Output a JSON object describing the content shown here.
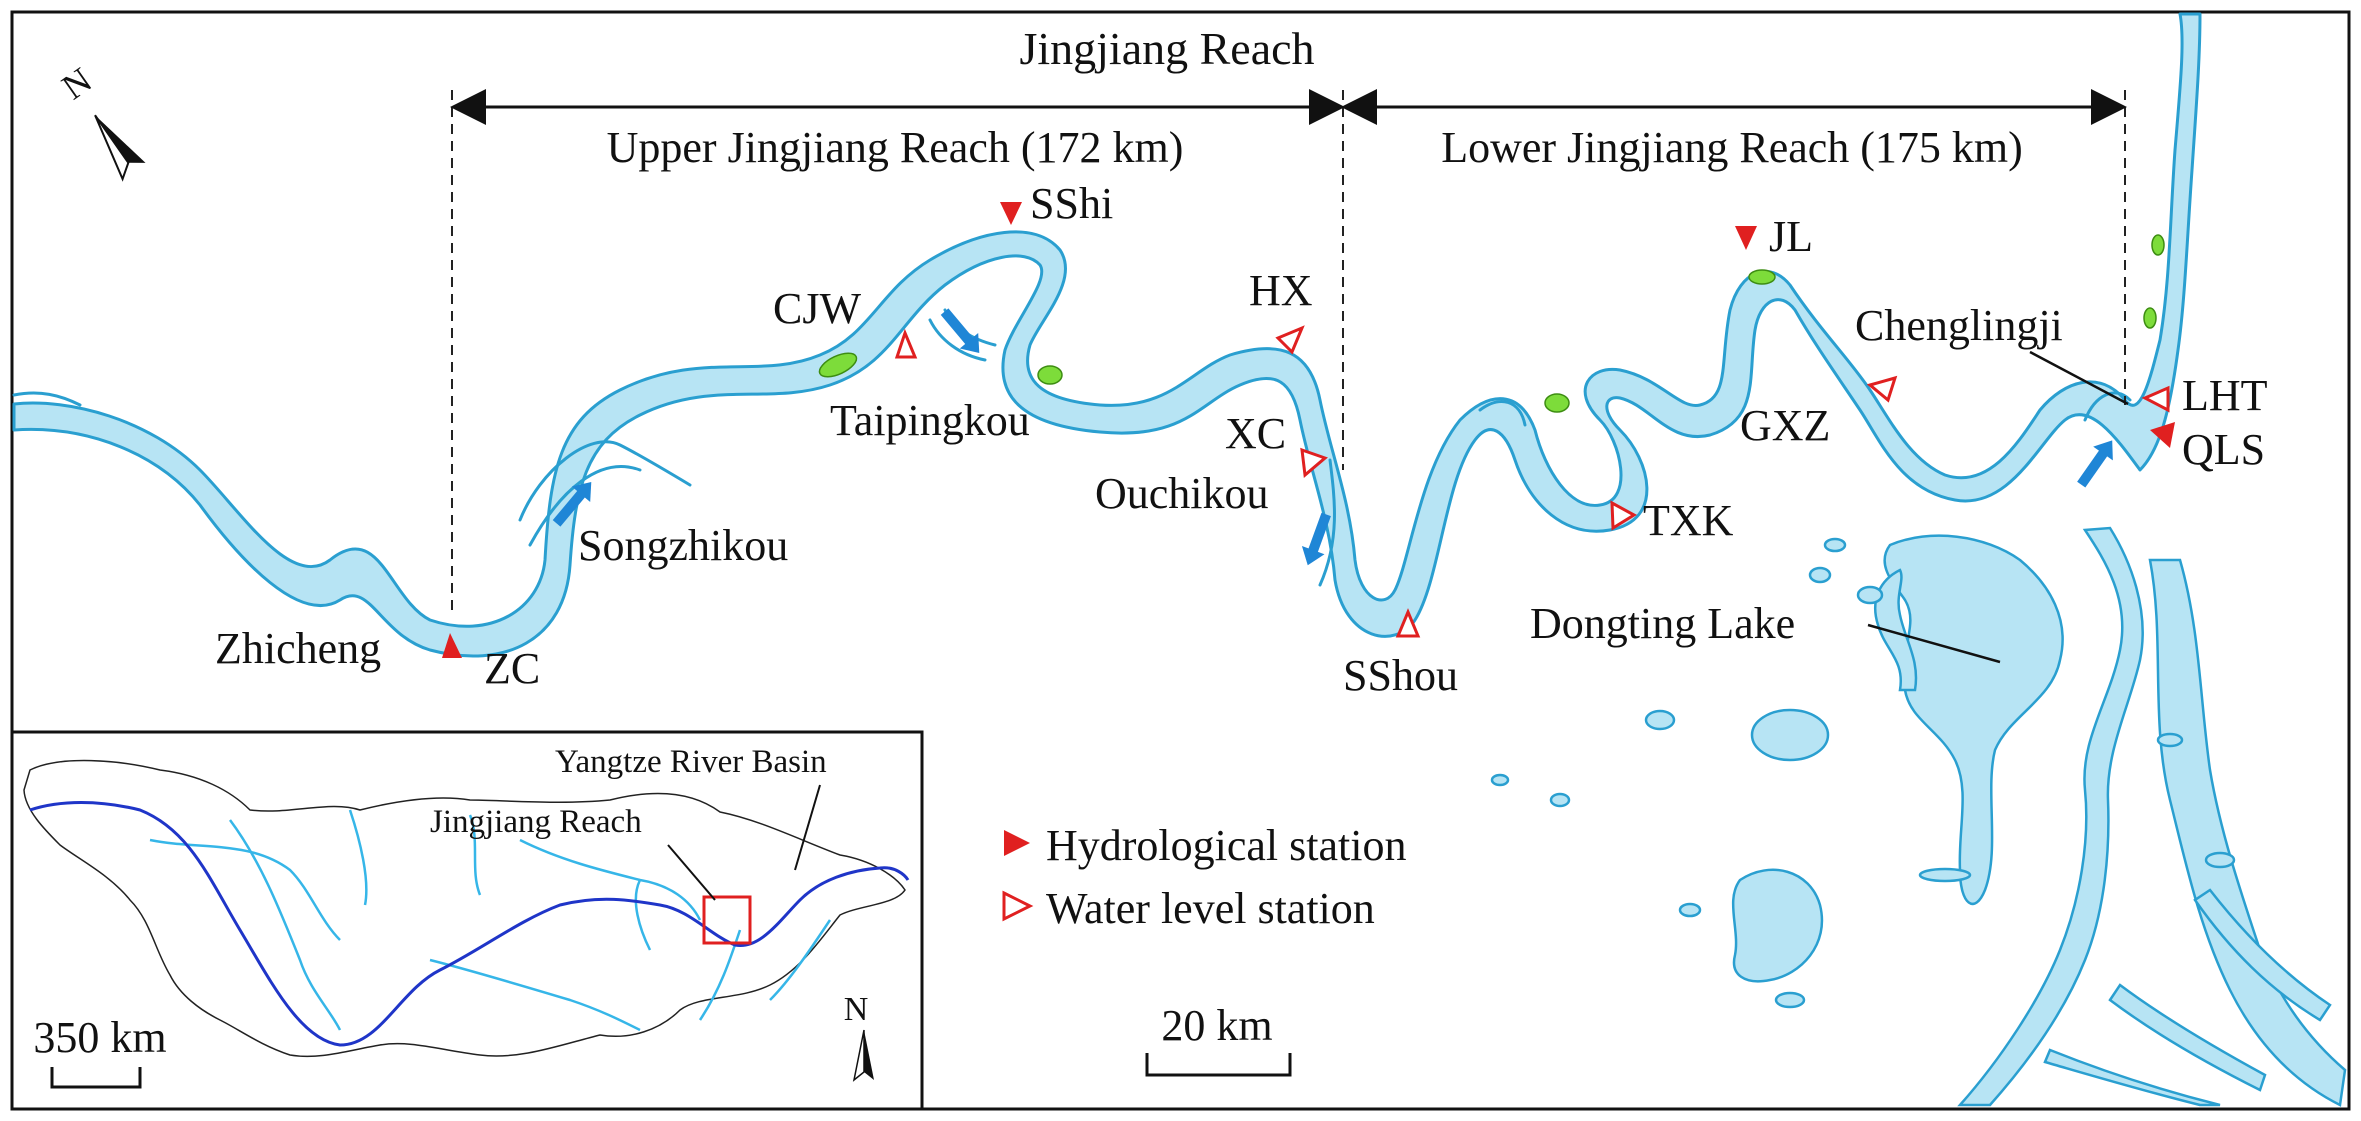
{
  "title": "Jingjiang Reach",
  "upper_reach_label": "Upper Jingjiang Reach (172 km)",
  "lower_reach_label": "Lower Jingjiang Reach (175 km)",
  "stations": {
    "zc": "ZC",
    "sshi": "SShi",
    "sshou": "SShou",
    "jl": "JL",
    "qls": "QLS",
    "hx": "HX",
    "xc": "XC",
    "txk": "TXK",
    "gxz": "GXZ",
    "lht": "LHT",
    "cjw": "CJW"
  },
  "places": {
    "zhicheng": "Zhicheng",
    "songzhikou": "Songzhikou",
    "taipingkou": "Taipingkou",
    "ouchikou": "Ouchikou",
    "chenglingji": "Chenglingji",
    "dongting_lake": "Dongting Lake"
  },
  "legend": {
    "hydrological": "Hydrological station",
    "water_level": "Water level station"
  },
  "scale_main": "20 km",
  "scale_inset": "350 km",
  "north": "N",
  "inset": {
    "basin_label": "Yangtze River Basin",
    "reach_label": "Jingjiang Reach"
  },
  "colors": {
    "river_fill": "#b7e4f4",
    "river_edge": "#2a9fd0",
    "hydrological_station": "#e02020",
    "water_level_station": "#e02020",
    "sandbar": "#7ddc3a",
    "flow_arrow": "#1f86d6",
    "inset_mainstem": "#1f35c8",
    "inset_tributary": "#36b6e8",
    "inset_box": "#e02020"
  }
}
